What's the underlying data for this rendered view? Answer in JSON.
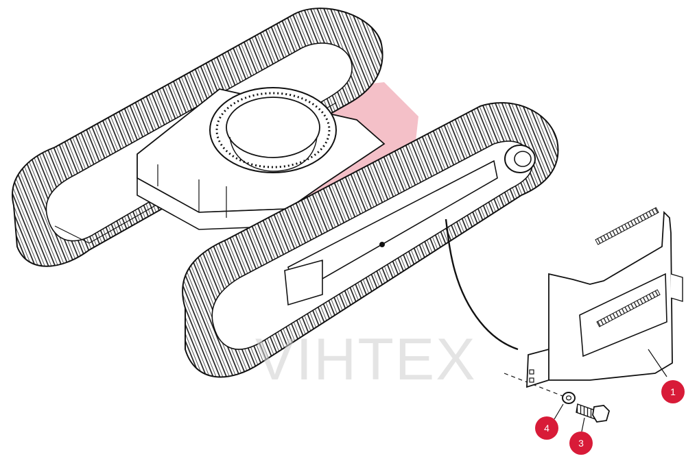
{
  "watermark": {
    "text": "VIHTEX",
    "color": "#d81b38"
  },
  "callouts": [
    {
      "label": "1",
      "part": "guard-plate"
    },
    {
      "label": "3",
      "part": "hex-bolt"
    },
    {
      "label": "4",
      "part": "washer"
    }
  ],
  "colors": {
    "callout": "#d81b38",
    "line": "#111111",
    "background": "#ffffff"
  }
}
